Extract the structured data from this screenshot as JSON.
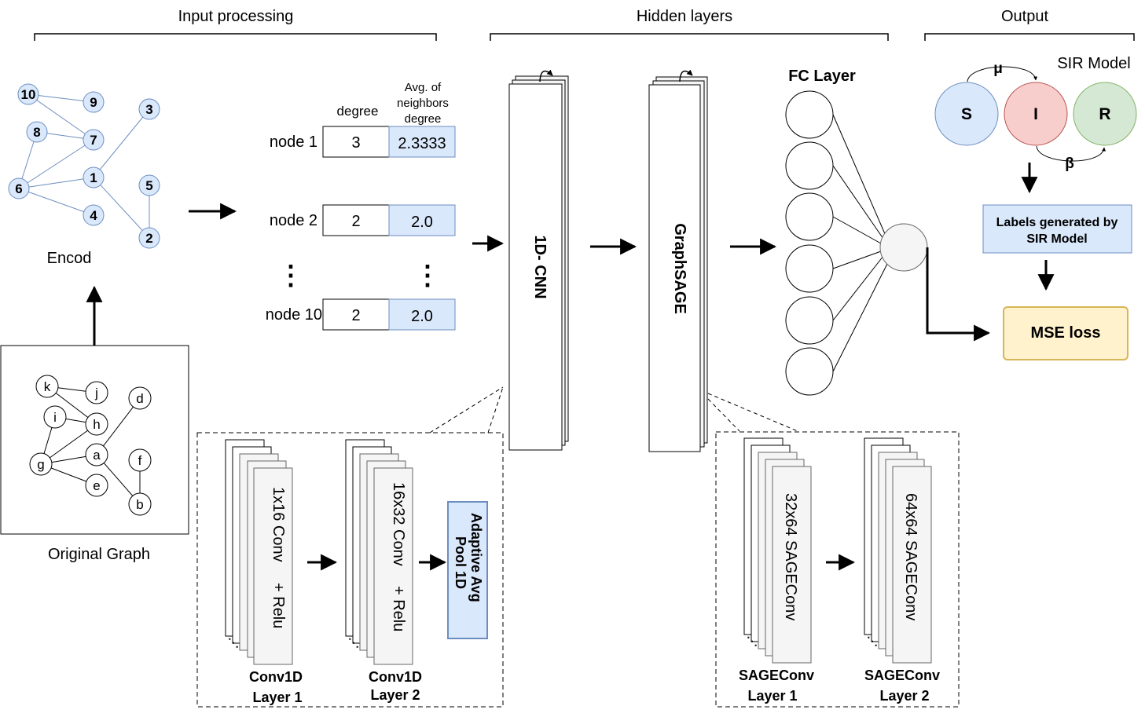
{
  "sections": {
    "input": "Input processing",
    "hidden": "Hidden layers",
    "output": "Output"
  },
  "encoded_graph": {
    "caption": "Encod",
    "nodes": [
      "10",
      "9",
      "3",
      "8",
      "7",
      "1",
      "6",
      "5",
      "4",
      "2"
    ]
  },
  "original_graph": {
    "caption": "Original Graph",
    "nodes": [
      "k",
      "j",
      "d",
      "i",
      "h",
      "g",
      "a",
      "f",
      "e",
      "b"
    ]
  },
  "feature_table": {
    "col_degree": "degree",
    "col_avg_line1": "Avg. of",
    "col_avg_line2": "neighbors",
    "col_avg_line3": "degree",
    "rows": [
      {
        "node": "node 1",
        "degree": "3",
        "avg": "2.3333"
      },
      {
        "node": "node 2",
        "degree": "2",
        "avg": "2.0"
      },
      {
        "node": "node 10",
        "degree": "2",
        "avg": "2.0"
      }
    ],
    "ellipsis": "⋮"
  },
  "hidden": {
    "cnn_label": "1D- CNN",
    "sage_label": "GraphSAGE",
    "fc_label": "FC Layer"
  },
  "cnn_detail": {
    "layer1_text_a": "1x16 Conv",
    "layer1_text_b": "+   Relu",
    "layer1_caption_1": "Conv1D",
    "layer1_caption_2": "Layer 1",
    "layer2_text_a": "16x32 Conv",
    "layer2_text_b": "+   Relu",
    "layer2_caption_1": "Conv1D",
    "layer2_caption_2": "Layer 2",
    "pool_line1": "Adaptive Avg",
    "pool_line2": "Pool 1D"
  },
  "sage_detail": {
    "layer1_text": "32x64 SAGEConv",
    "layer1_caption_1": "SAGEConv",
    "layer1_caption_2": "Layer 1",
    "layer2_text": "64x64 SAGEConv",
    "layer2_caption_1": "SAGEConv",
    "layer2_caption_2": "Layer 2"
  },
  "sir": {
    "title": "SIR Model",
    "s": "S",
    "i": "I",
    "r": "R",
    "mu": "μ",
    "beta": "β",
    "labels_line1": "Labels generated by",
    "labels_line2": "SIR Model",
    "loss": "MSE loss"
  },
  "colors": {
    "node_blue_fill": "#dae8fc",
    "node_blue_stroke": "#6c8ebf",
    "sir_red_fill": "#f8cecc",
    "sir_red_stroke": "#b85450",
    "sir_green_fill": "#d5e8d4",
    "sir_green_stroke": "#82b366",
    "loss_fill": "#fff2cc",
    "loss_stroke": "#d6b656",
    "layer_grey": "#f5f5f5",
    "layer_grey_stroke": "#666666"
  }
}
